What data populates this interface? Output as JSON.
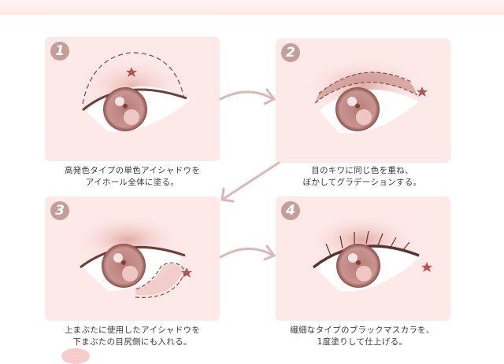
{
  "colors": {
    "card_bg": "#fde9e8",
    "badge": "#c49e9a",
    "star": "#b5514e",
    "arrow": "#dcb7b3",
    "text": "#3a3a3a"
  },
  "steps": [
    {
      "number": "1",
      "caption_line1": "高発色タイプの単色アイシャドウを",
      "caption_line2": "アイホール全体に塗る。",
      "icon": "star-icon"
    },
    {
      "number": "2",
      "caption_line1": "目のキワに同じ色を重ね、",
      "caption_line2": "ぼかしてグラデーションする。",
      "icon": "star-icon"
    },
    {
      "number": "3",
      "caption_line1": "上まぶたに使用したアイシャドウを",
      "caption_line2": "下まぶたの目尻側にも入れる。",
      "icon": "star-icon"
    },
    {
      "number": "4",
      "caption_line1": "繊細なタイプのブラックマスカラを、",
      "caption_line2": "1度塗りして仕上げる。",
      "icon": "star-icon"
    }
  ],
  "arrows": [
    "arrow-1-to-2",
    "arrow-2-to-3",
    "arrow-3-to-4"
  ]
}
